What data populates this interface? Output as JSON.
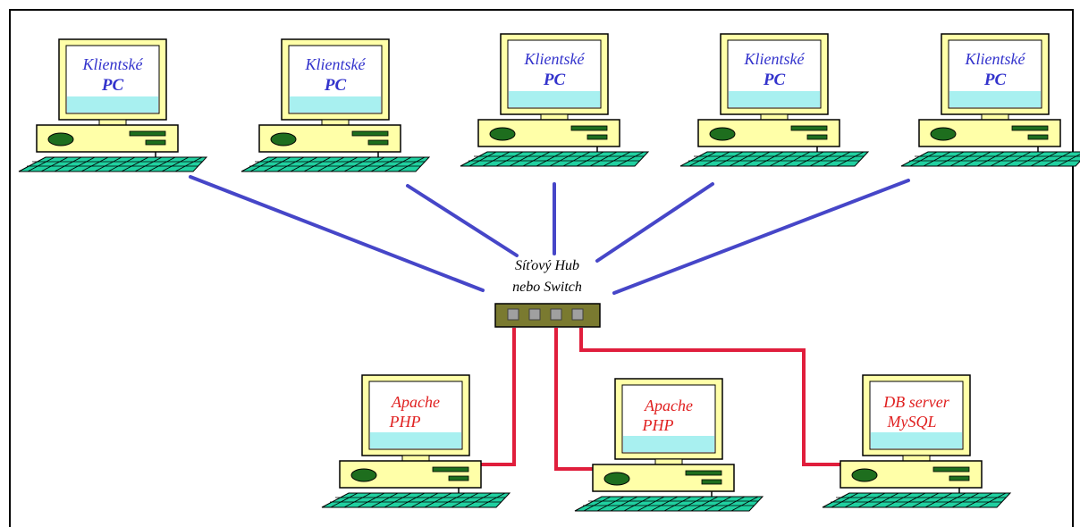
{
  "clients": [
    {
      "line1": "Klientské",
      "line2": "PC"
    },
    {
      "line1": "Klientské",
      "line2": "PC"
    },
    {
      "line1": "Klientské",
      "line2": "PC"
    },
    {
      "line1": "Klientské",
      "line2": "PC"
    },
    {
      "line1": "Klientské",
      "line2": "PC"
    }
  ],
  "hub": {
    "line1": "Síťový Hub",
    "line2": "nebo Switch"
  },
  "servers": [
    {
      "line1": "Apache",
      "line2": "PHP"
    },
    {
      "line1": "Apache",
      "line2": "PHP"
    },
    {
      "line1": "DB server",
      "line2": "MySQL"
    }
  ],
  "colors": {
    "client_link": "#4646c8",
    "server_link": "#e01e3c",
    "client_text": "#3333cc",
    "server_text": "#e02020",
    "case": "#ffffa8",
    "screen": "#ffffff",
    "screen_band": "#a8f0f0",
    "keyboard": "#20d0a0",
    "button": "#1e6e1e",
    "hub_body": "#7a7a30"
  }
}
